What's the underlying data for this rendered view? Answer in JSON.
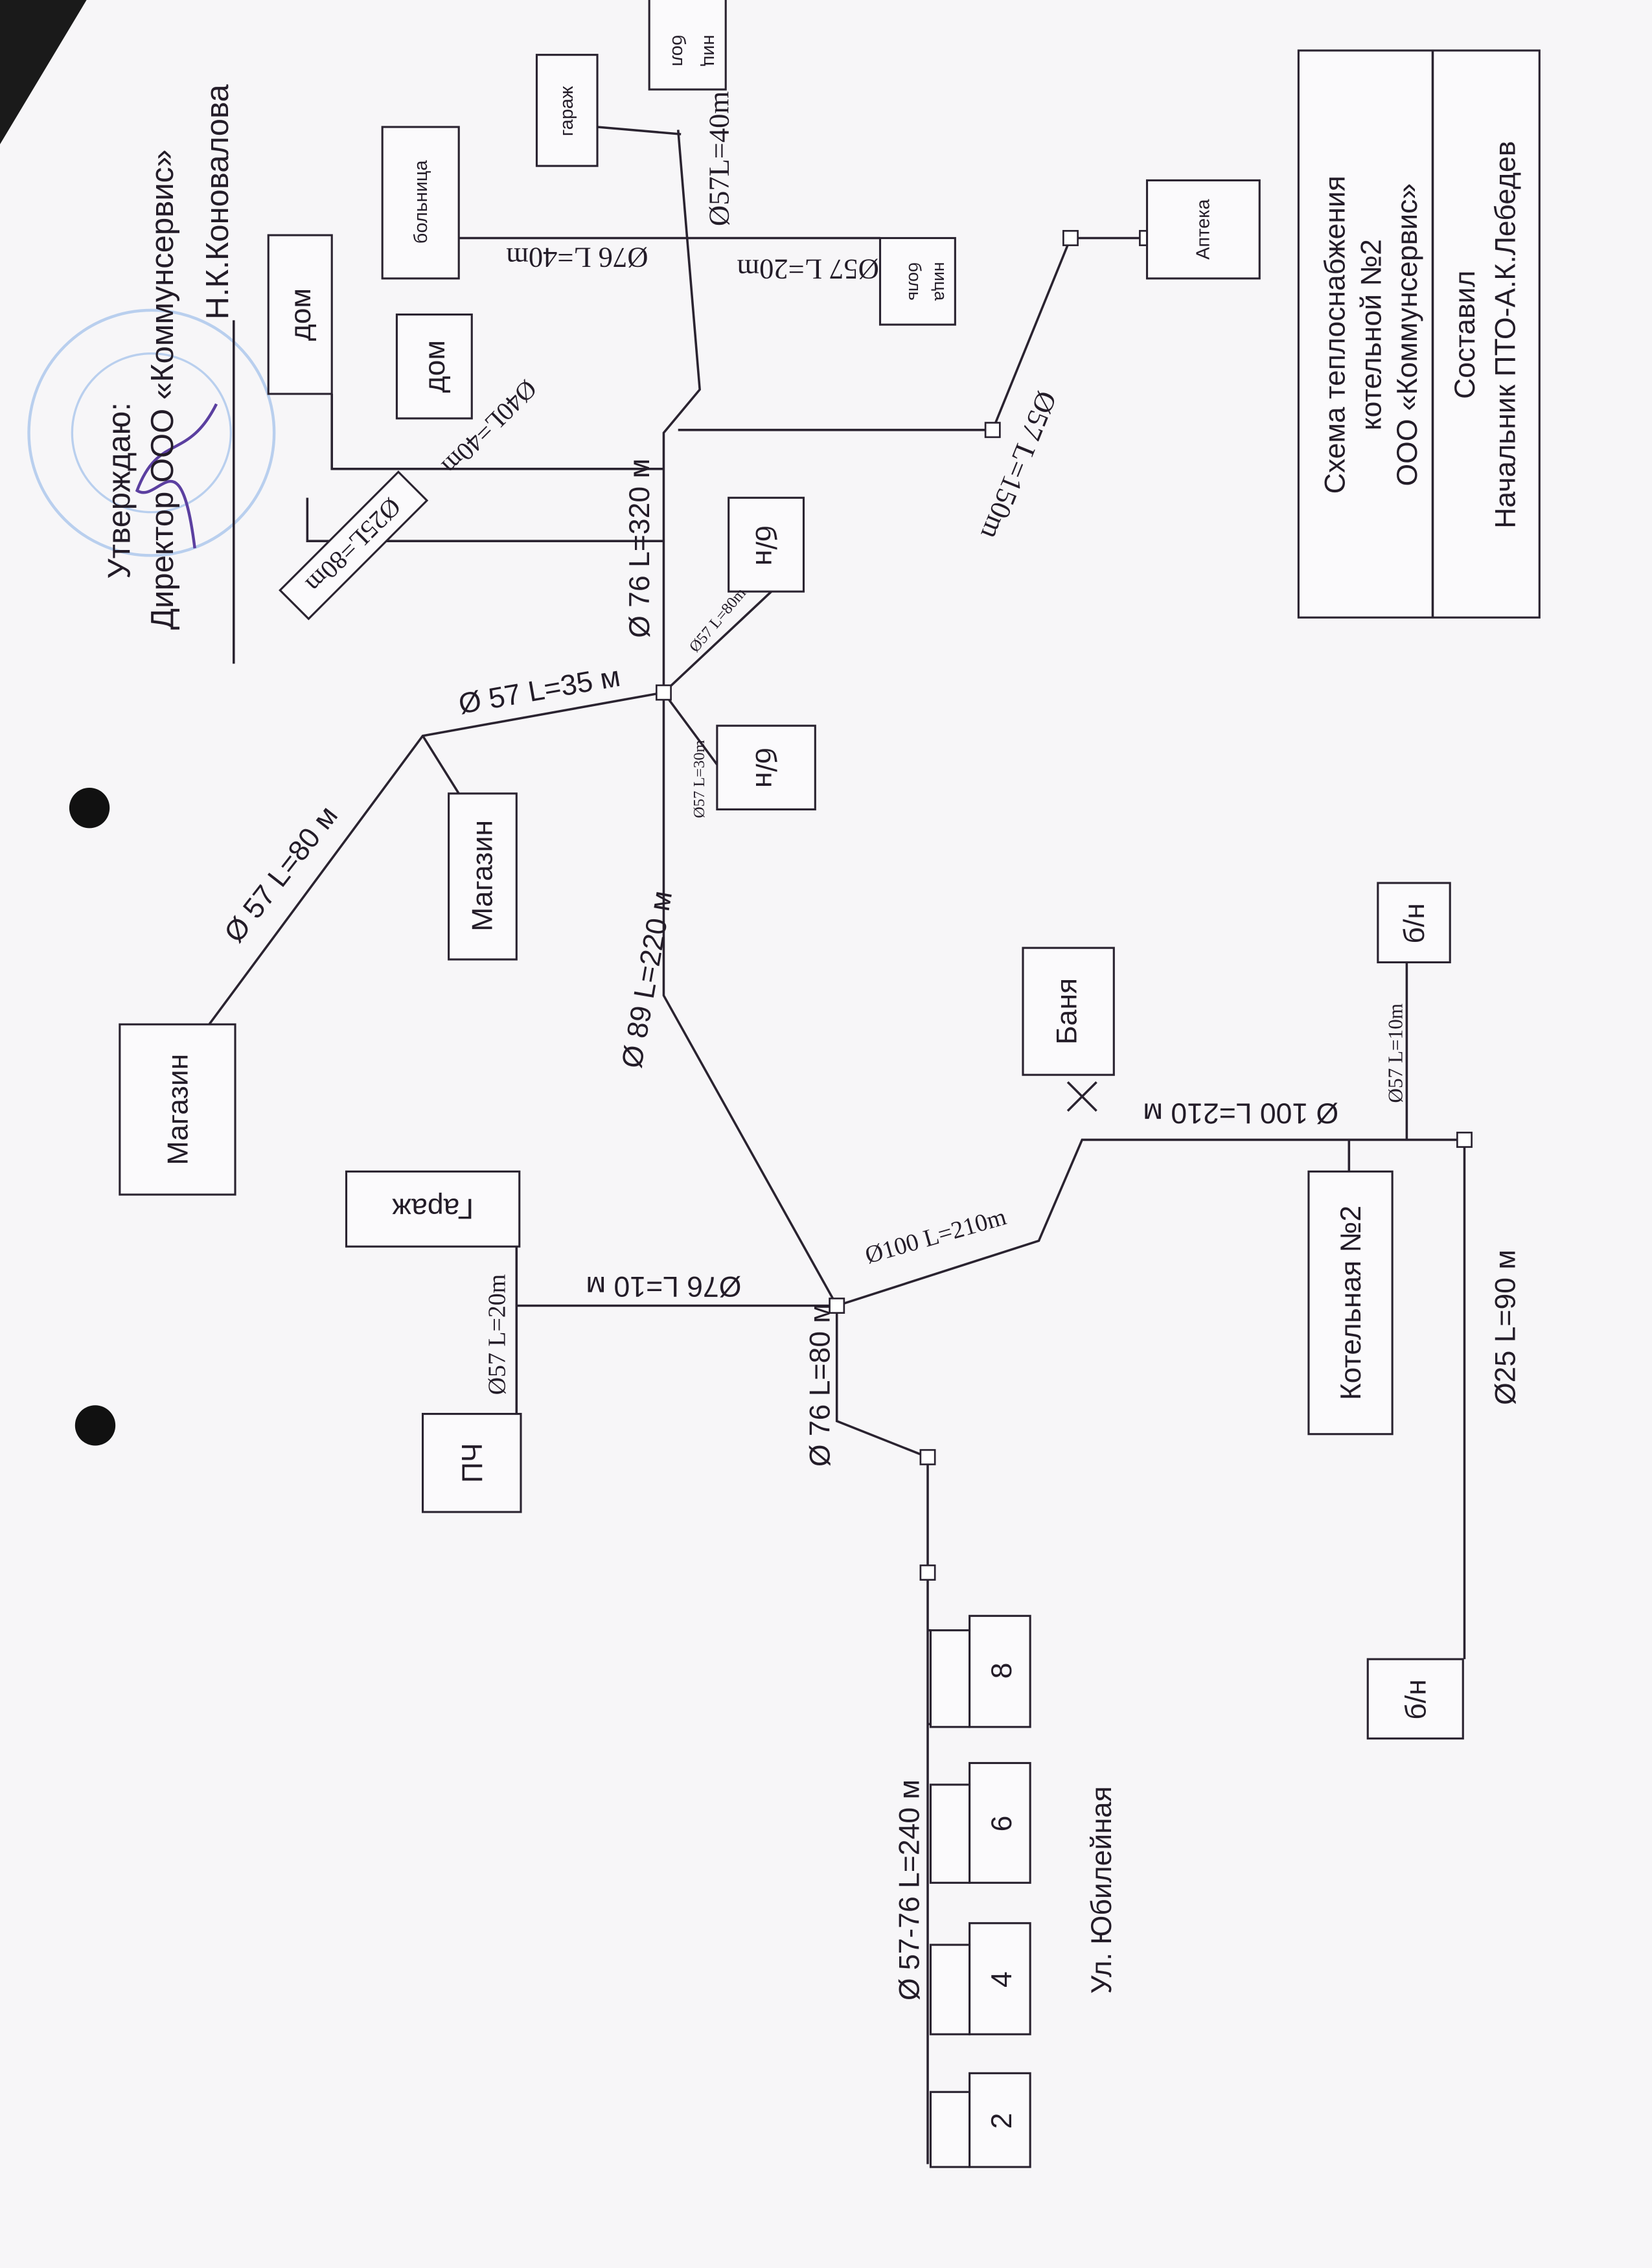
{
  "approval": {
    "line1": "Утверждаю:",
    "line2": "Директор ООО «Коммунсервис»",
    "line3": "Н.К.Коновалова"
  },
  "title_block": {
    "title_line1": "Схема теплоснабжения",
    "title_line2": "котельной №2",
    "title_line3": "ООО «Коммунсервис»",
    "author_line1": "Составил",
    "author_line2": "Начальник ПТО-А.К.Лебедев"
  },
  "buildings": {
    "hospital_main": "больница",
    "garage_small": "гараж",
    "hospital_partial_1": "бол",
    "hospital_partial_2": "ниц",
    "hospital_small_1": "боль",
    "hospital_small_2": "ница",
    "pharmacy": "Аптека",
    "house_1": "дом",
    "house_2": "дом",
    "bn_1": "б/н",
    "bn_2": "б/н",
    "shop_1": "Магазин",
    "shop_2": "Магазин",
    "bathhouse": "Баня",
    "bn_3": "б/н",
    "garage": "Гараж",
    "boiler": "Котельная №2",
    "fire_station": "ПЧ",
    "bn_4": "б/н",
    "house_no_2": "2",
    "house_no_4": "4",
    "house_no_6": "6",
    "house_no_8": "8"
  },
  "street": "Ул. Юбилейная",
  "pipes": {
    "p57_40": "Ø57L=40m",
    "p76_40": "Ø76 L=40m",
    "p57_20": "Ø57 L=20m",
    "p57_150": "Ø57 L=150m",
    "p40_40": "Ø40L=40m",
    "p25_80": "Ø25L=80m",
    "p76_320": "Ø 76 L=320 м",
    "p57_80m": "Ø57 L=80m",
    "p57_35": "Ø 57 L=35 м",
    "p57_30": "Ø57 L=30m",
    "p57_80": "Ø 57 L=80 м",
    "p89_220": "Ø 89 L=220 м",
    "p100_210a": "Ø100 L=210m",
    "p100_210b": "Ø 100 L=210 м",
    "p57_10": "Ø57 L=10m",
    "p76_10": "Ø76 L=10 м",
    "p57_20b": "Ø57 L=20m",
    "p76_80": "Ø 76 L=80 м",
    "p25_90": "Ø25 L=90 м",
    "p57_76_240": "Ø 57-76 L=240 м"
  }
}
